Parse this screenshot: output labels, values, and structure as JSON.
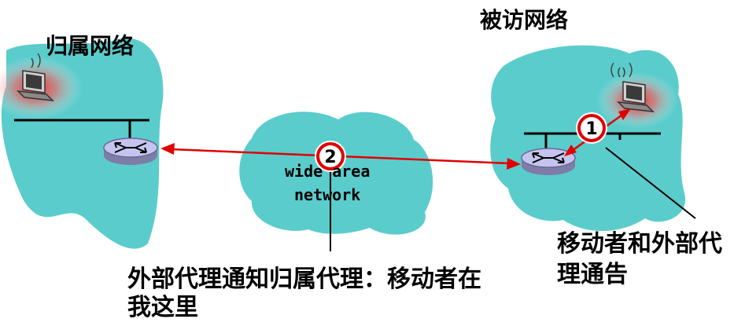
{
  "home_network": {
    "label": "归属网络"
  },
  "visited_network": {
    "label": "被访网络"
  },
  "wan": {
    "line1": "wide area",
    "line2": "network"
  },
  "step1": {
    "number": "1",
    "caption_line1": "移动者和外部代",
    "caption_line2": "理通告"
  },
  "step2": {
    "number": "2",
    "caption_line1": "外部代理通知归属代理：移动者在",
    "caption_line2": "我这里"
  },
  "colors": {
    "cloud": "#5bcccc",
    "arrow": "#e00000",
    "router": "#b8b8e6",
    "halo": "#ff2020"
  },
  "icons": {
    "router": "router-icon",
    "laptop": "laptop-icon"
  }
}
